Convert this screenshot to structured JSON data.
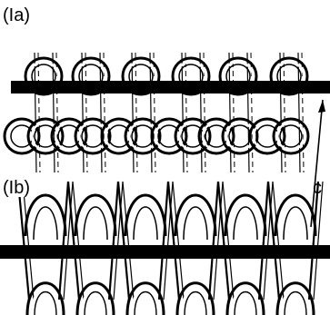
{
  "figure": {
    "panel_a": {
      "label": "(Ia)"
    },
    "panel_b": {
      "label": "(Ib)"
    },
    "callout": {
      "label": "c"
    }
  }
}
